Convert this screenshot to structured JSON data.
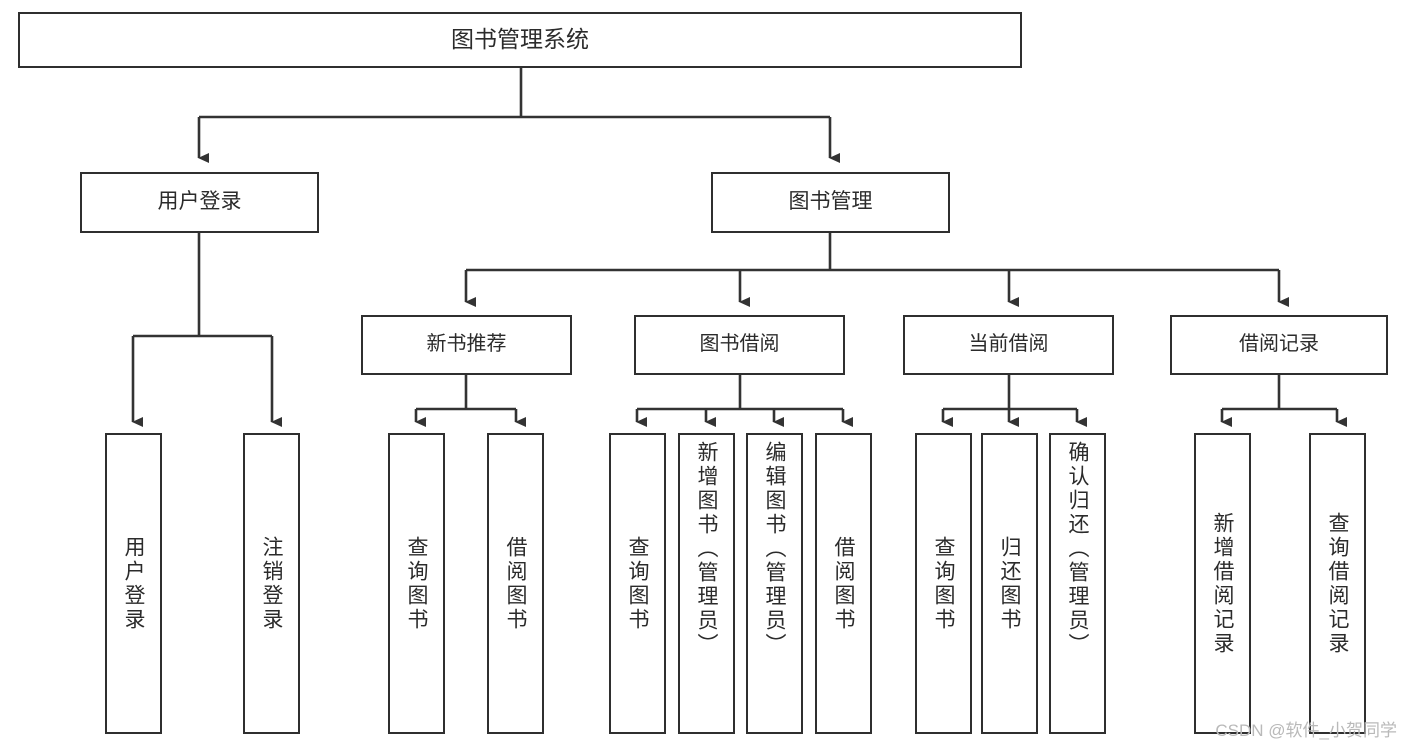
{
  "diagram": {
    "type": "tree-hierarchy-diagram",
    "title": "图书管理系统",
    "watermark": "CSDN @软件_小贺同学",
    "colors": {
      "background": "#ffffff",
      "border": "#2f2f2f",
      "text": "#2b2b2b",
      "connector": "#333333",
      "watermark": "#b9b9b9"
    },
    "root": {
      "label": "图书管理系统"
    },
    "level1": [
      {
        "label": "用户登录"
      },
      {
        "label": "图书管理"
      }
    ],
    "level2": [
      {
        "label": "新书推荐"
      },
      {
        "label": "图书借阅"
      },
      {
        "label": "当前借阅"
      },
      {
        "label": "借阅记录"
      }
    ],
    "leaves": [
      {
        "label": "用户登录",
        "parent": "用户登录"
      },
      {
        "label": "注销登录",
        "parent": "用户登录"
      },
      {
        "label": "查询图书",
        "parent": "新书推荐"
      },
      {
        "label": "借阅图书",
        "parent": "新书推荐"
      },
      {
        "label": "查询图书",
        "parent": "图书借阅"
      },
      {
        "label": "新增图书（管理员）",
        "parent": "图书借阅"
      },
      {
        "label": "编辑图书（管理员）",
        "parent": "图书借阅"
      },
      {
        "label": "借阅图书",
        "parent": "图书借阅"
      },
      {
        "label": "查询图书",
        "parent": "当前借阅"
      },
      {
        "label": "归还图书",
        "parent": "当前借阅"
      },
      {
        "label": "确认归还（管理员）",
        "parent": "当前借阅"
      },
      {
        "label": "新增借阅记录",
        "parent": "借阅记录"
      },
      {
        "label": "查询借阅记录",
        "parent": "借阅记录"
      }
    ]
  }
}
